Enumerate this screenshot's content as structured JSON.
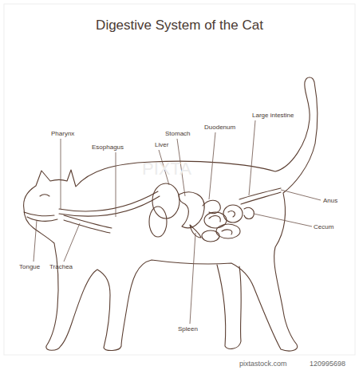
{
  "diagram": {
    "title": "Digestive System of the Cat",
    "labels": [
      "Large intestine",
      "Duodenum",
      "Pharynx",
      "Stomach",
      "Liver",
      "Esophagus",
      "Anus",
      "Cecum",
      "Tongue",
      "Trachea",
      "Spleen",
      "PIXTA",
      "pixtastock.com",
      "120995698"
    ]
  }
}
